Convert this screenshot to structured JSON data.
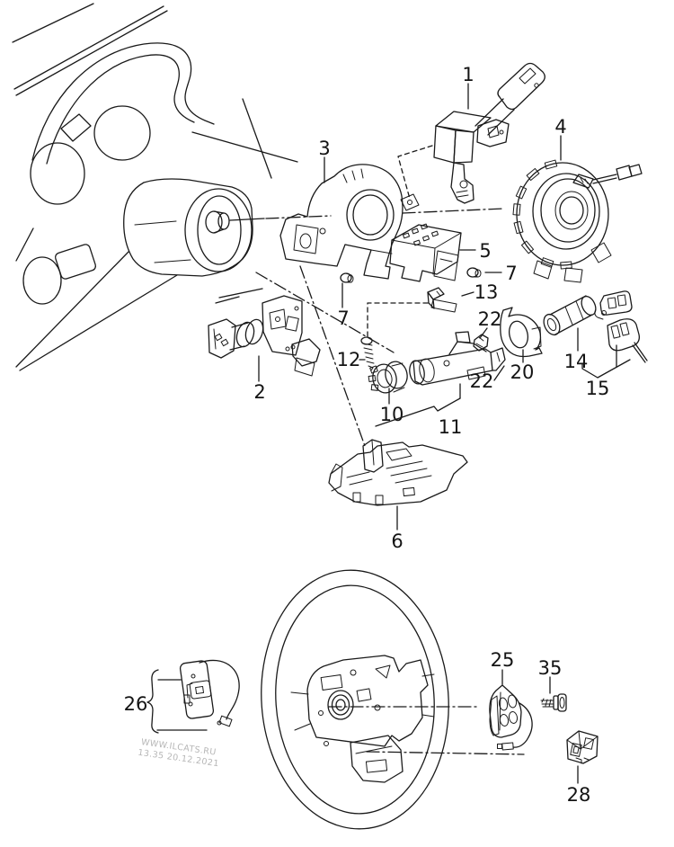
{
  "style": {
    "background": "#ffffff",
    "line_color": "#1a1a1a",
    "label_color": "#141414",
    "watermark_color": "#b6b6b6"
  },
  "watermark": {
    "line1": "WWW.ILCATS.RU",
    "line2": "13.35 20.12.2021"
  },
  "callouts": [
    {
      "label": "1"
    },
    {
      "label": "3"
    },
    {
      "label": "4"
    },
    {
      "label": "5"
    },
    {
      "label": "7"
    },
    {
      "label": "13"
    },
    {
      "label": "22"
    },
    {
      "label": "7"
    },
    {
      "label": "12"
    },
    {
      "label": "2"
    },
    {
      "label": "10"
    },
    {
      "label": "11"
    },
    {
      "label": "22"
    },
    {
      "label": "20"
    },
    {
      "label": "14"
    },
    {
      "label": "15"
    },
    {
      "label": "6"
    },
    {
      "label": "26"
    },
    {
      "label": "25"
    },
    {
      "label": "35"
    },
    {
      "label": "28"
    }
  ]
}
